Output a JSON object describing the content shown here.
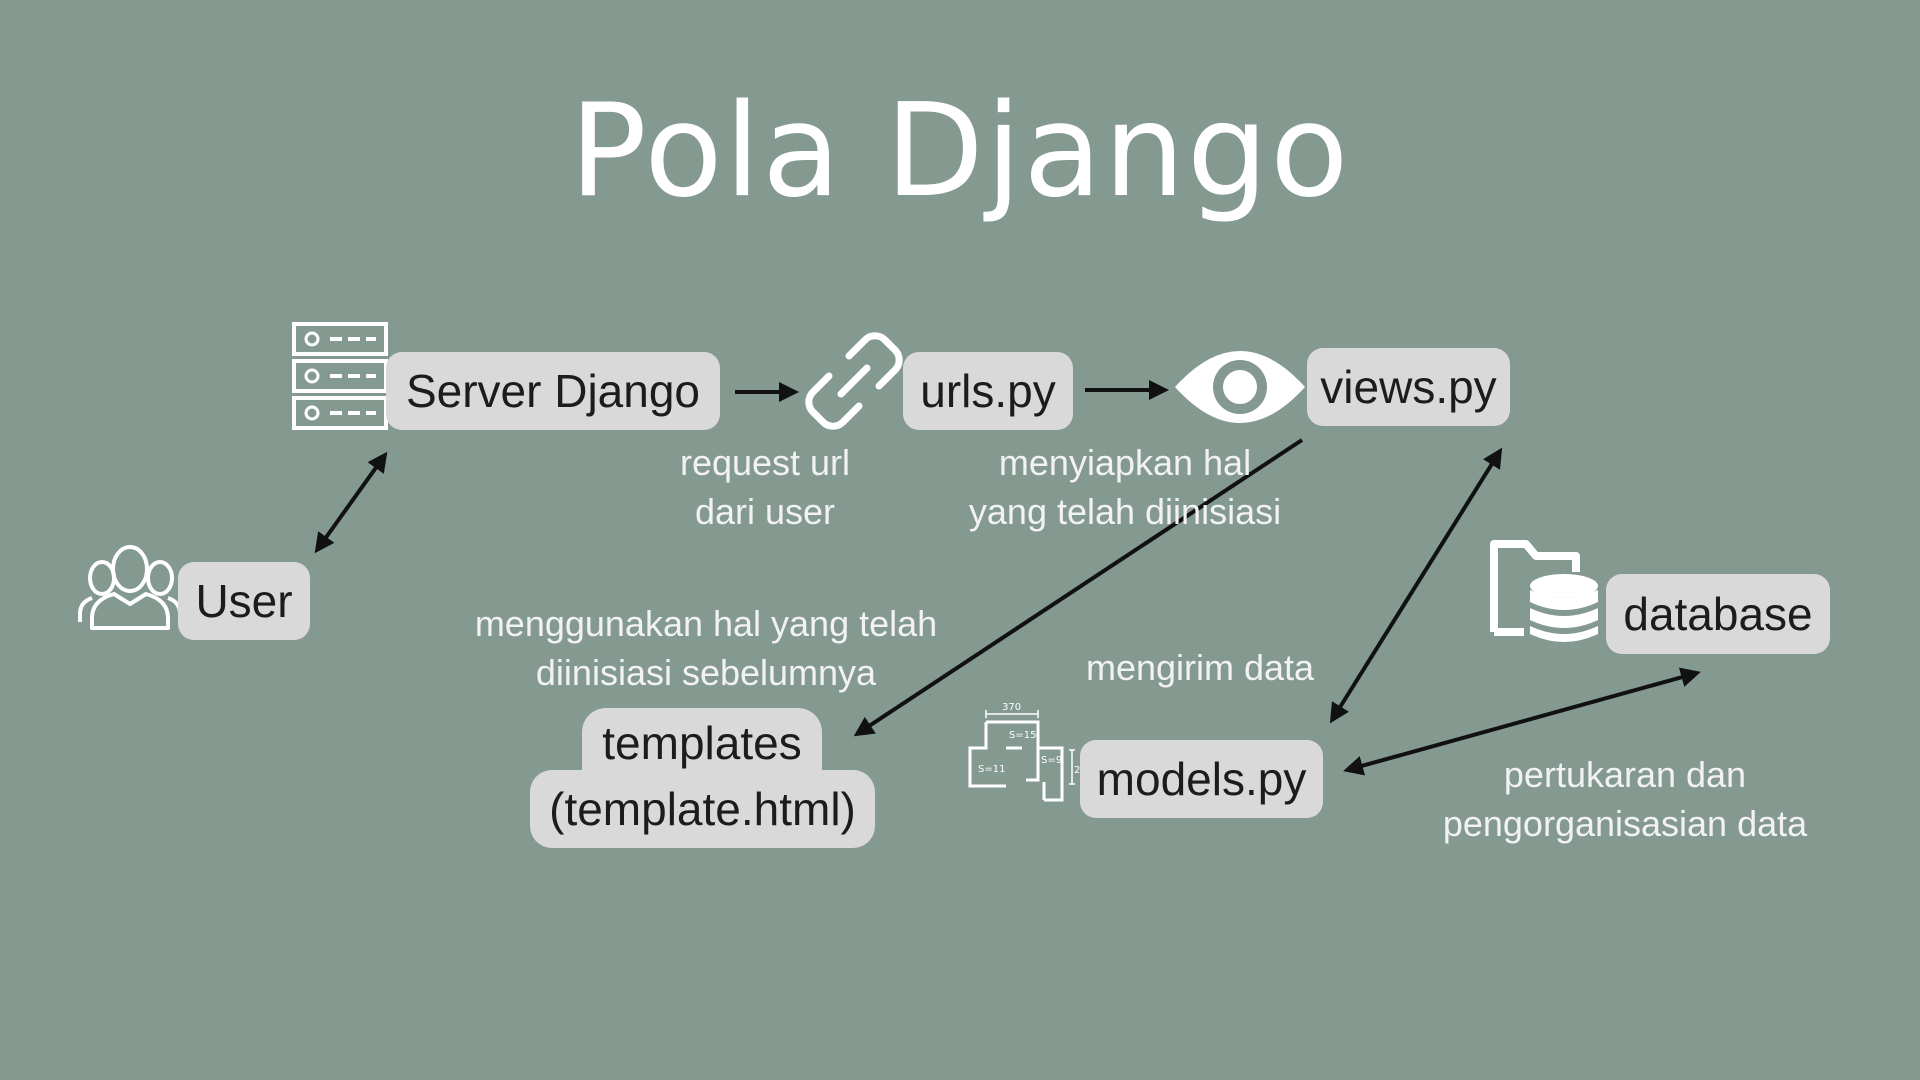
{
  "title": "Pola Django",
  "nodes": {
    "server": "Server Django",
    "urls": "urls.py",
    "views": "views.py",
    "user": "User",
    "database": "database",
    "models": "models.py",
    "templates": [
      "templates",
      "(template.html)"
    ]
  },
  "captions": {
    "request": [
      "request url",
      "dari user"
    ],
    "prepare": [
      "menyiapkan hal",
      "yang telah diinisiasi"
    ],
    "use": [
      "menggunakan hal yang telah",
      "diinisiasi sebelumnya"
    ],
    "send": [
      "mengirim data"
    ],
    "exchange": [
      "pertukaran dan",
      "pengorganisasian data"
    ]
  },
  "blueprint_labels": [
    "370",
    "S=15",
    "S=9",
    "S=11",
    "2"
  ],
  "icons": {
    "server": "server-rack-icon",
    "urls": "link-icon",
    "views": "eye-icon",
    "user": "users-group-icon",
    "database": "folder-database-icon",
    "models": "floor-plan-icon"
  },
  "colors": {
    "background": "#849990",
    "box": "#d9d9d9",
    "text_dark": "#1c1c1c",
    "text_light": "#f2f2f2",
    "arrow": "#111111"
  }
}
